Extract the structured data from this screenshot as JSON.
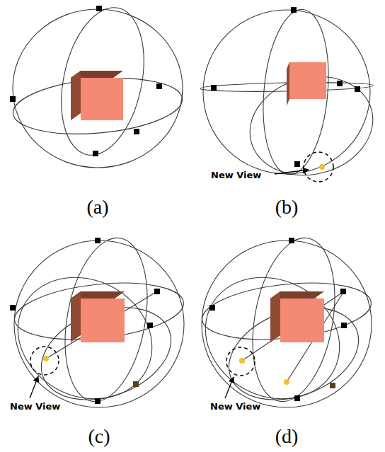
{
  "diagram": {
    "labels": [
      "New View",
      "(a)",
      "(b)",
      "New View",
      "New View",
      "(c)",
      "(d)"
    ]
  }
}
